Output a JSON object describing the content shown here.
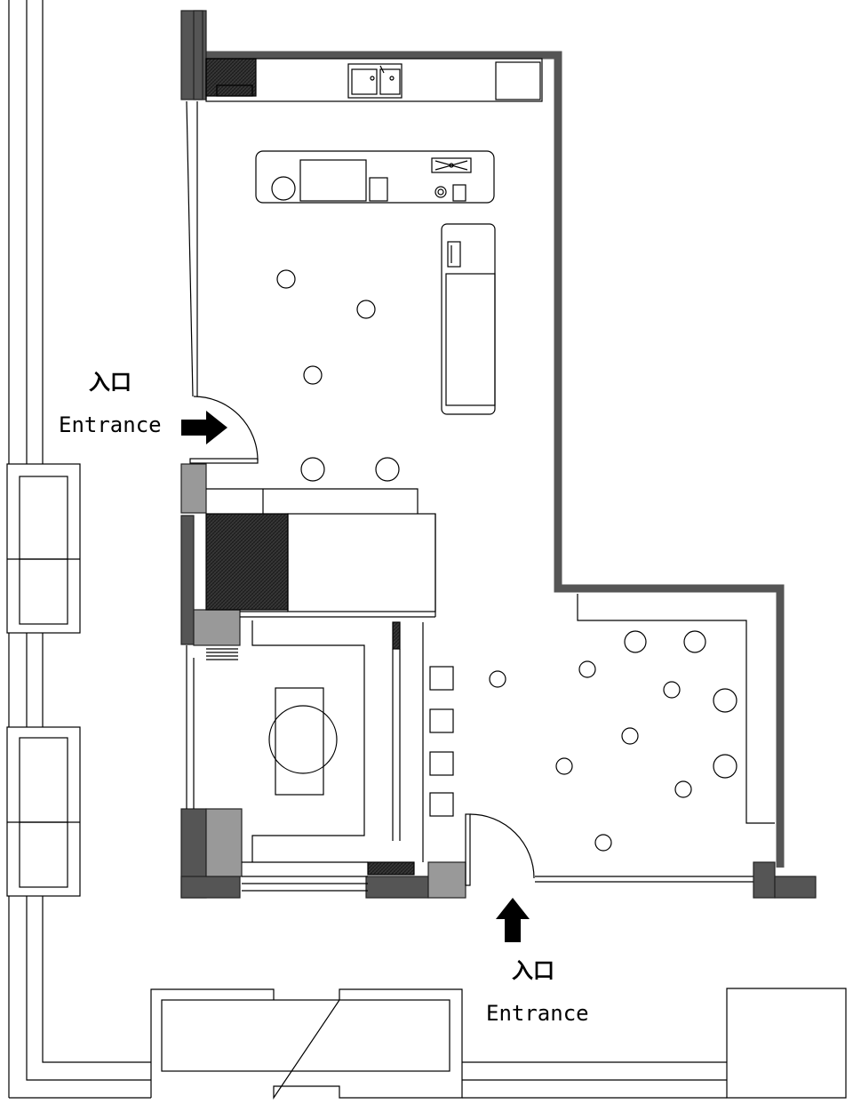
{
  "labels": {
    "entrance_left_cn": "入口",
    "entrance_left_en": "Entrance",
    "entrance_bottom_cn": "入口",
    "entrance_bottom_en": "Entrance"
  },
  "colors": {
    "wall": "#555555",
    "column": "#777777",
    "hatch": "#2e2e2e",
    "fixture_fill": "#a6a6a6",
    "line": "#000000"
  }
}
